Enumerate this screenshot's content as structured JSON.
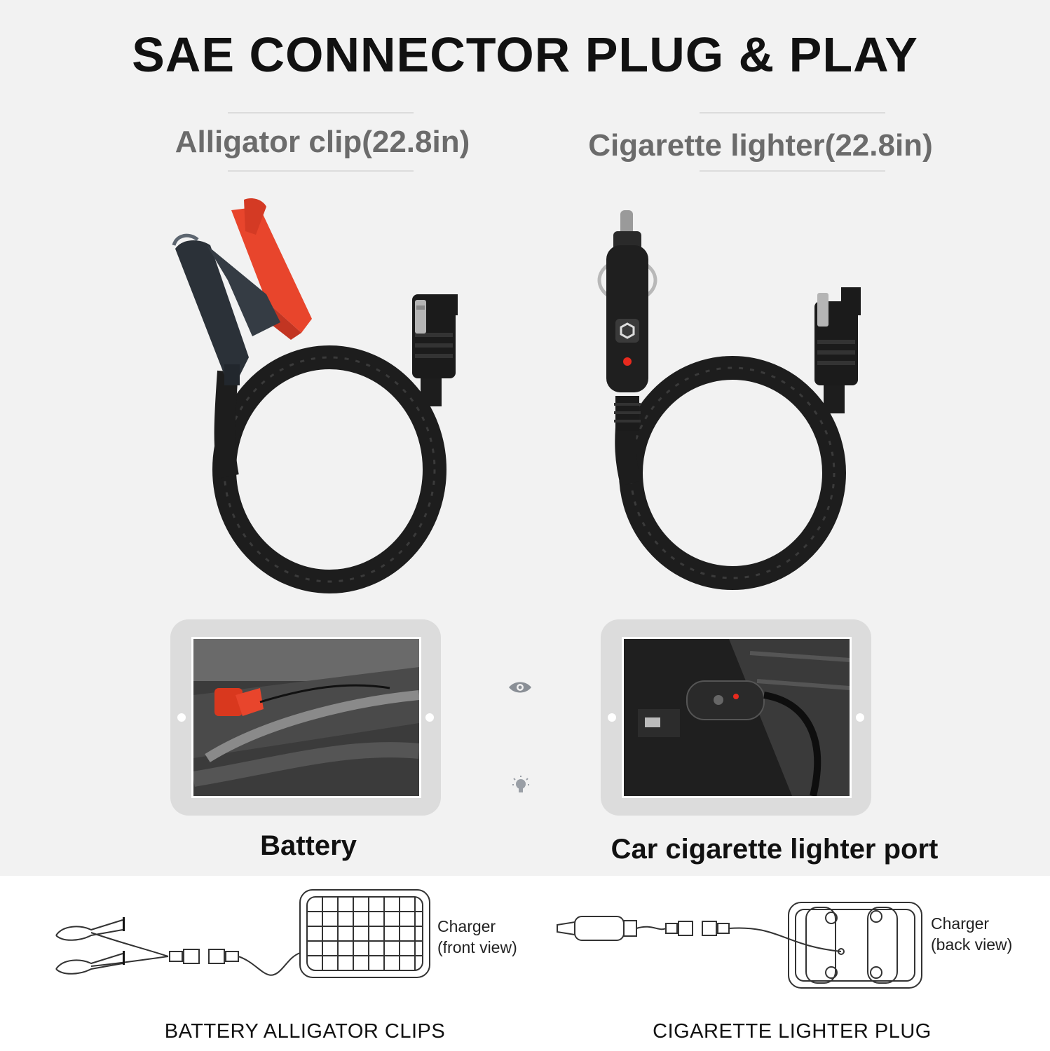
{
  "header": {
    "title": "SAE CONNECTOR PLUG & PLAY"
  },
  "products": [
    {
      "title": "Alligator clip(22.8in)"
    },
    {
      "title": "Cigarette lighter(22.8in)"
    }
  ],
  "usage": [
    {
      "caption": "Battery"
    },
    {
      "caption": "Car cigarette lighter port"
    }
  ],
  "diagrams": [
    {
      "label_line1": "Charger",
      "label_line2": "(front view)",
      "caption": "BATTERY ALLIGATOR CLIPS"
    },
    {
      "label_line1": "Charger",
      "label_line2": "(back view)",
      "caption": "CIGARETTE LIGHTER PLUG"
    }
  ],
  "icons": [
    "eye-icon",
    "lightbulb-icon"
  ],
  "colors": {
    "clip_red": "#e8452c",
    "clip_black": "#2b3138",
    "cable": "#1d1d1d"
  }
}
